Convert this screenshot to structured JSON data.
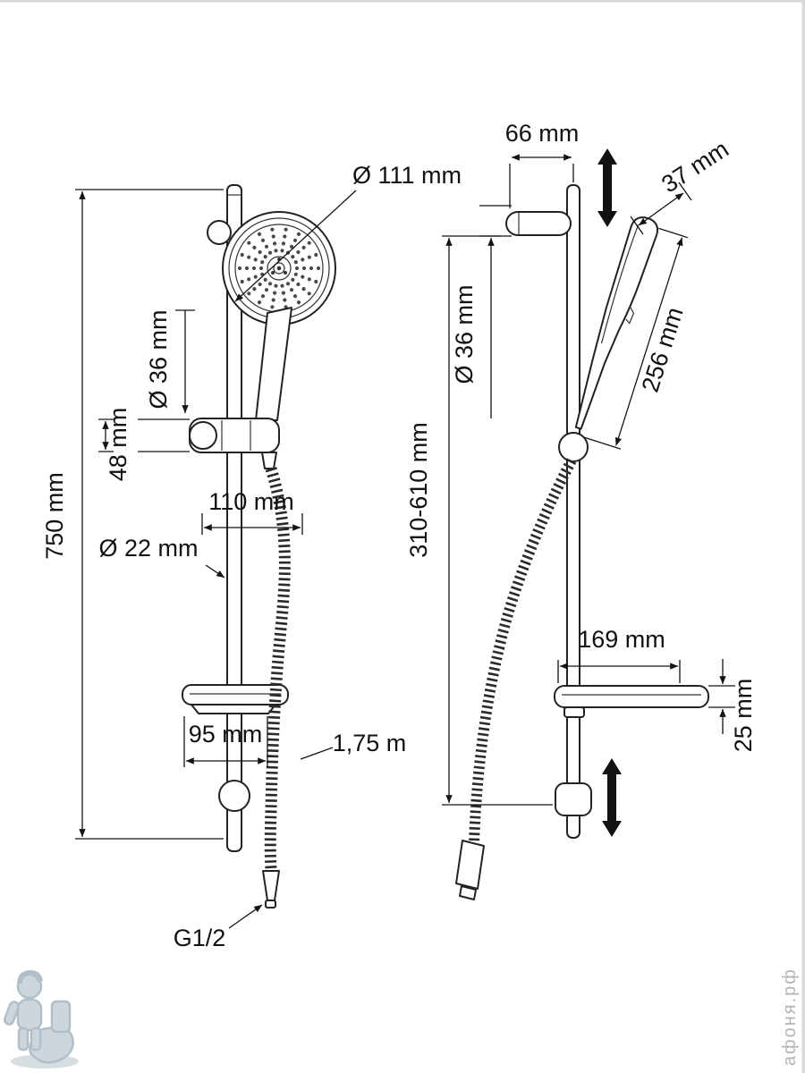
{
  "front_view": {
    "head_diameter": "Ø 111 mm",
    "holder_diameter": "Ø 36 mm",
    "holder_height": "48 mm",
    "head_offset": "110 mm",
    "rail_diameter": "Ø 22 mm",
    "bar_height": "750 mm",
    "shelf_width": "95 mm",
    "hose_length": "1,75 m",
    "thread": "G1/2"
  },
  "side_view": {
    "wall_offset": "66 mm",
    "head_thickness": "37 mm",
    "bracket_diameter": "Ø 36 mm",
    "head_length": "256 mm",
    "holder_travel": "310-610 mm",
    "shelf_depth": "169 mm",
    "shelf_height": "25 mm"
  },
  "watermarks": {
    "site": "афоня.рф"
  }
}
